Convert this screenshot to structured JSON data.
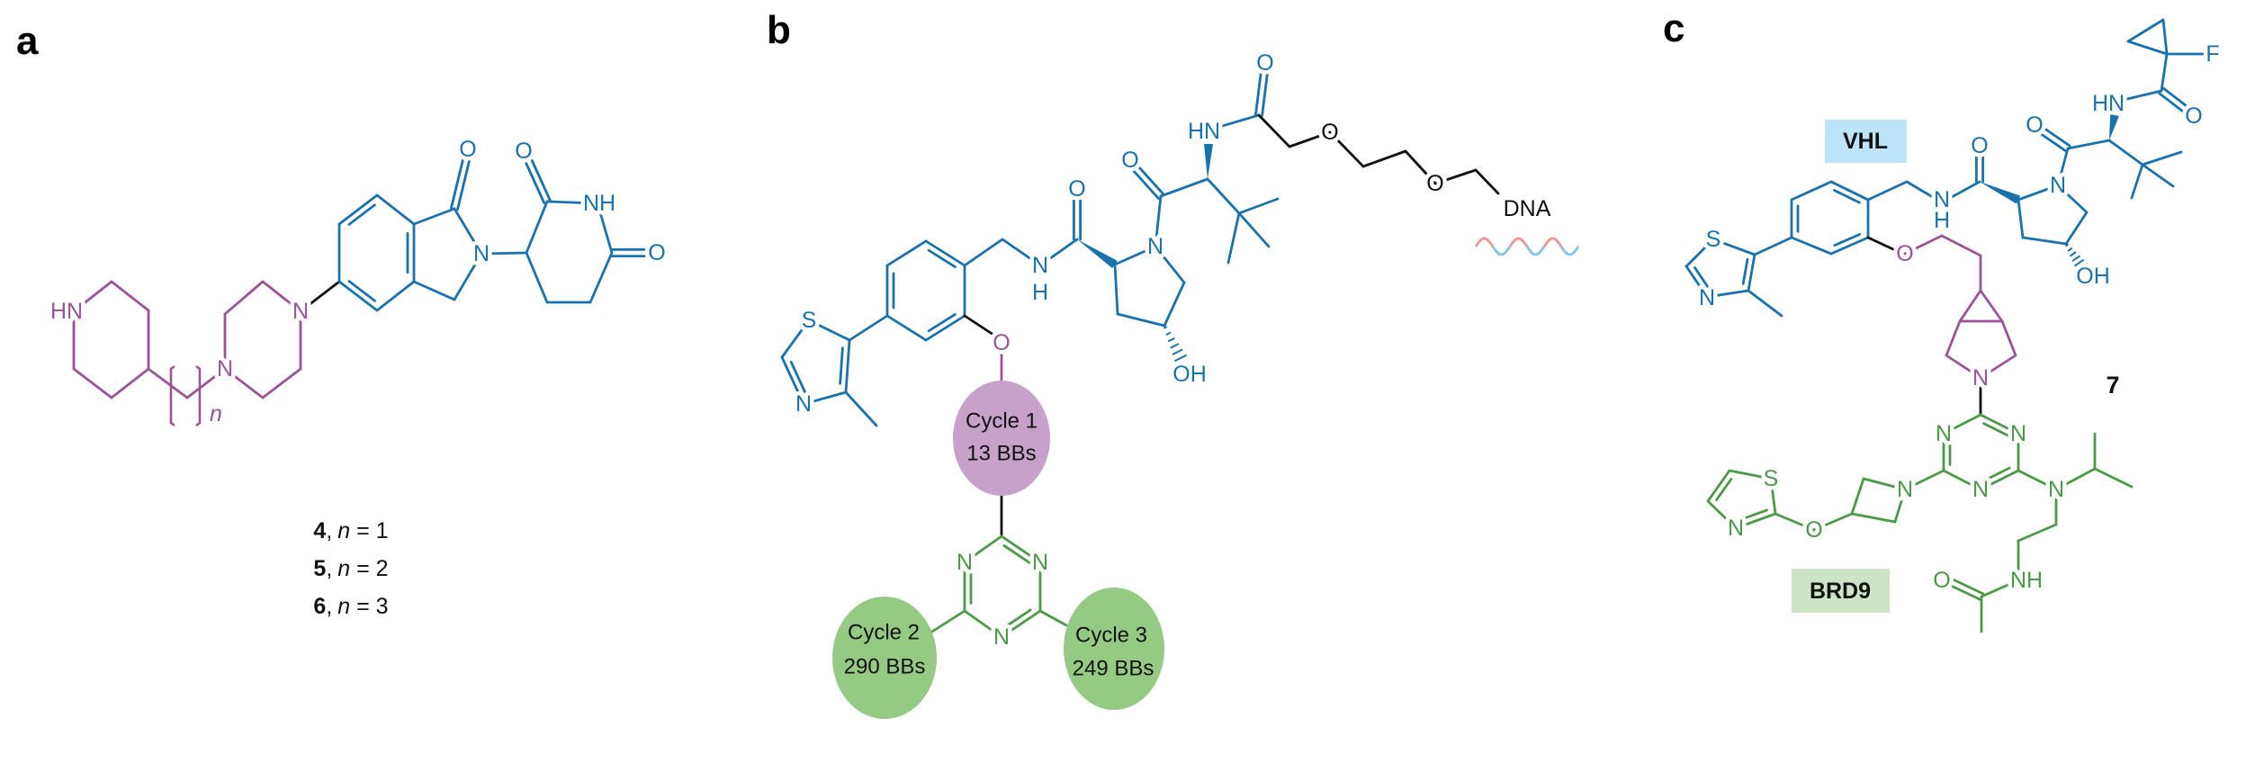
{
  "colors": {
    "vhl_blue": "#1a72ad",
    "linker_purple": "#9b5497",
    "brd9_green": "#4c9a48",
    "bond_black": "#111111",
    "cycle1_fill": "#c8a1cb",
    "cycle23_fill": "#94ca84",
    "vhl_box": "#bde4f8",
    "brd9_box": "#cde5c4",
    "dna_pink": "#e79a9a",
    "dna_blue": "#8cc4e6"
  },
  "panels": {
    "a": {
      "label": "a",
      "atoms": [
        "HN",
        "N",
        "N",
        "O",
        "N",
        "O",
        "NH",
        "O"
      ],
      "repeat_index": "n",
      "compounds": [
        {
          "number": "4",
          "separator": ",",
          "variable": "n",
          "equals": " = ",
          "value": "1"
        },
        {
          "number": "5",
          "separator": ",",
          "variable": "n",
          "equals": " = ",
          "value": "2"
        },
        {
          "number": "6",
          "separator": ",",
          "variable": "n",
          "equals": " = ",
          "value": "3"
        }
      ]
    },
    "b": {
      "label": "b",
      "atoms": [
        "S",
        "N",
        "O",
        "N",
        "H",
        "O",
        "N",
        "OH",
        "O",
        "HN",
        "O",
        "O",
        "O",
        "DNA",
        "N",
        "N",
        "N"
      ],
      "cycles": [
        {
          "name": "Cycle 1",
          "count": "13 BBs"
        },
        {
          "name": "Cycle 2",
          "count": "290 BBs"
        },
        {
          "name": "Cycle 3",
          "count": "249 BBs"
        }
      ]
    },
    "c": {
      "label": "c",
      "atoms": [
        "F",
        "O",
        "HN",
        "O",
        "N",
        "OH",
        "O",
        "N",
        "H",
        "S",
        "N",
        "O",
        "N",
        "N",
        "N",
        "N",
        "N",
        "O",
        "S",
        "N",
        "N",
        "NH",
        "O"
      ],
      "compound_number": "7",
      "tags": {
        "vhl": "VHL",
        "brd9": "BRD9"
      }
    }
  }
}
